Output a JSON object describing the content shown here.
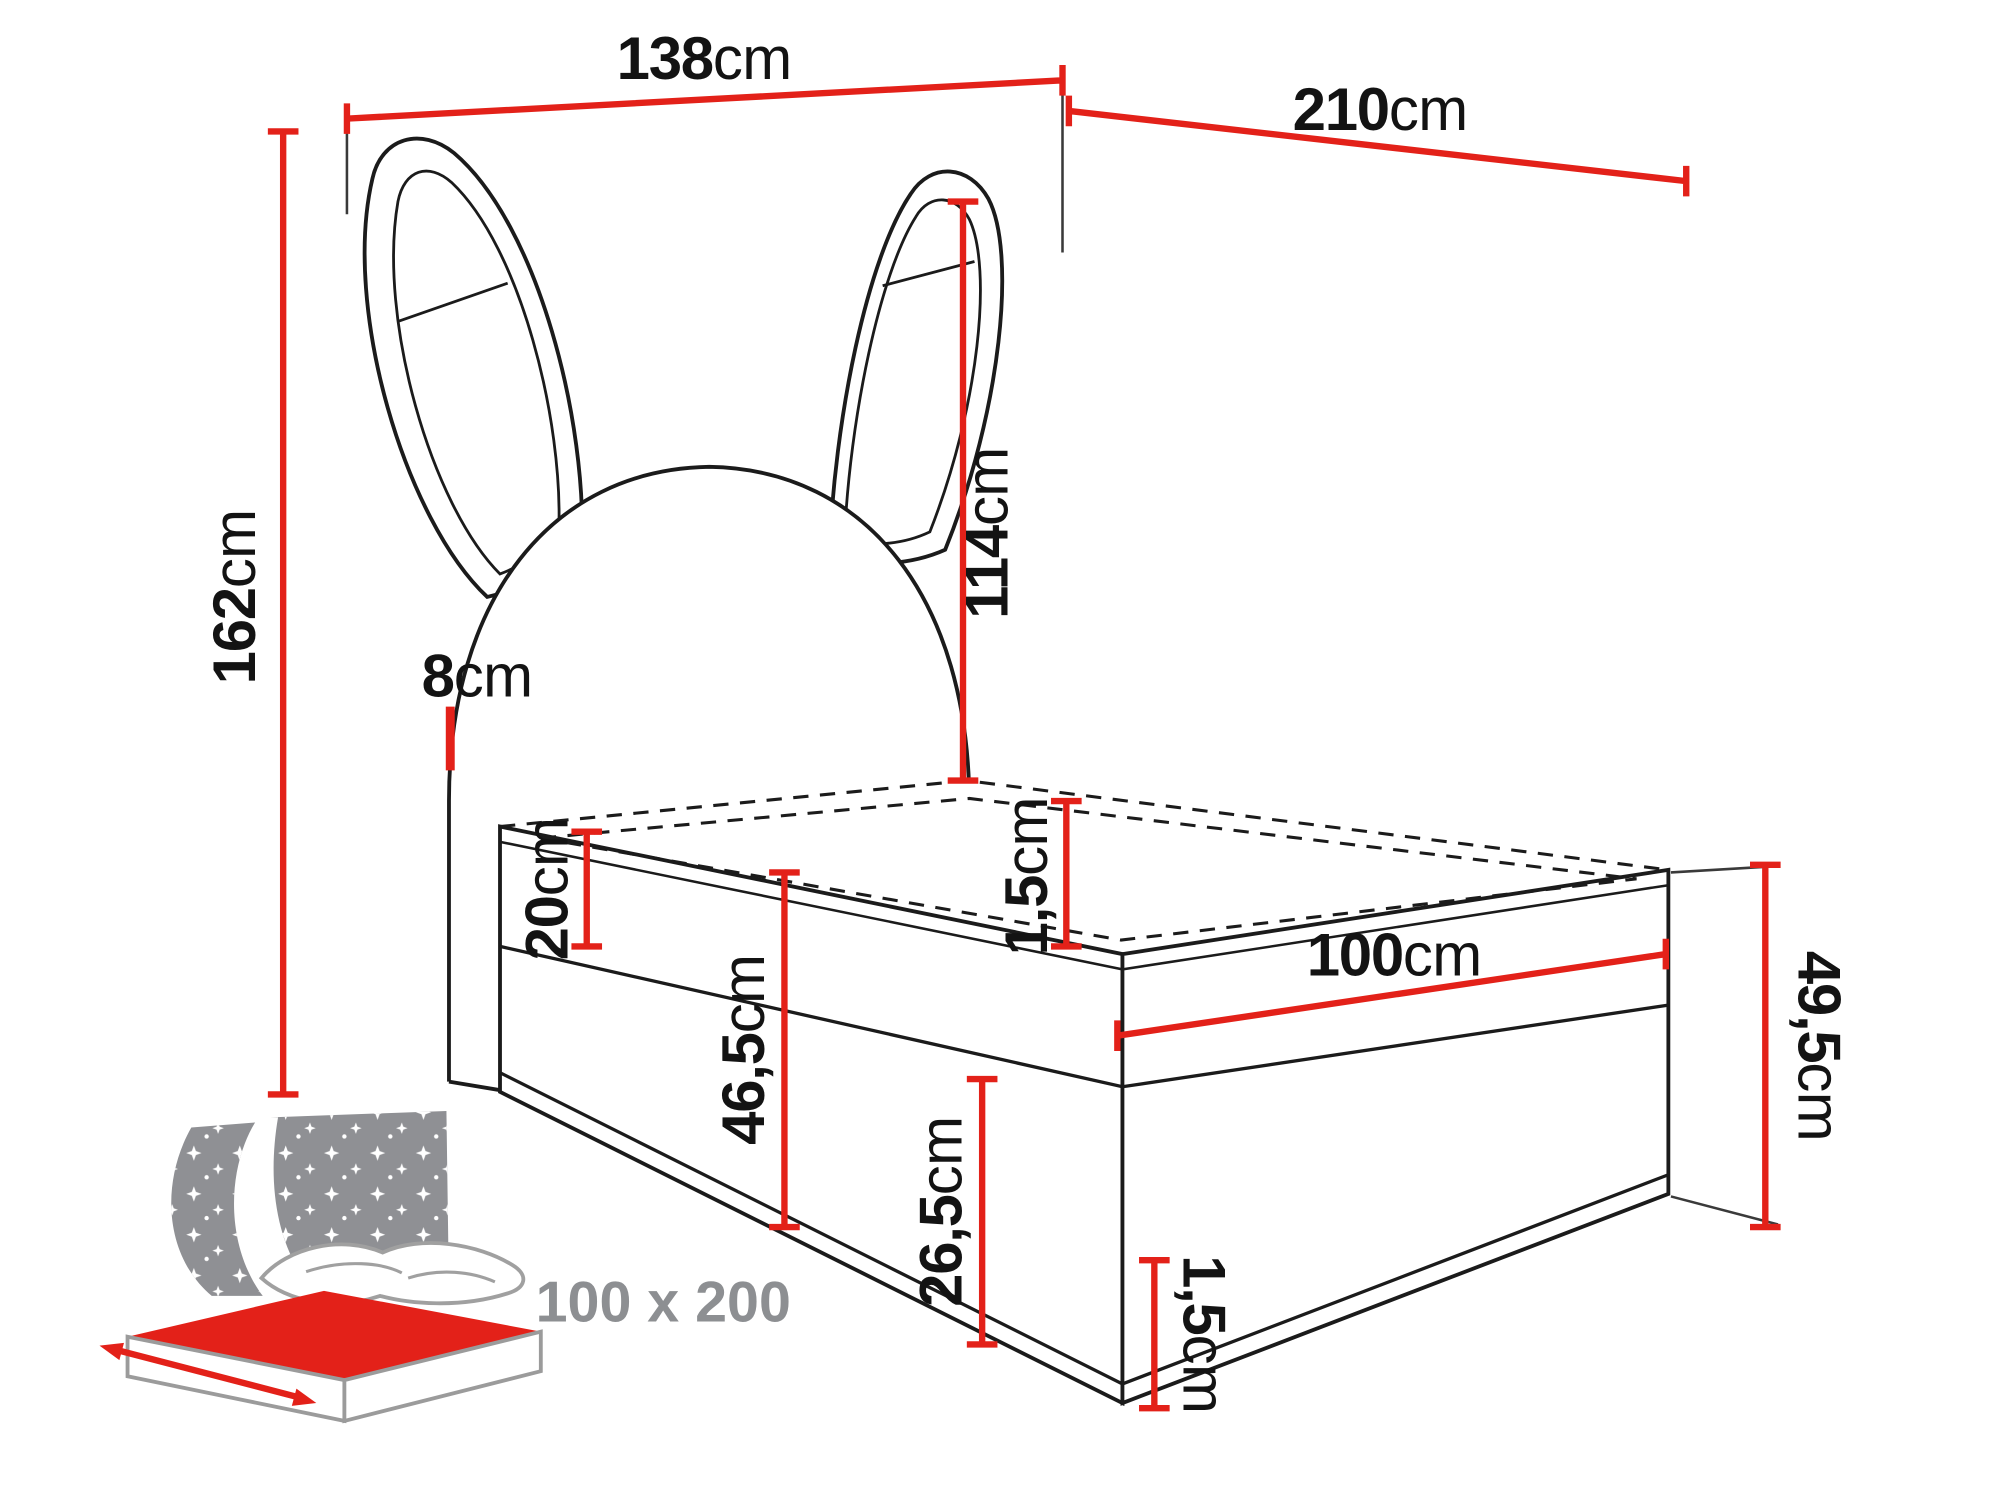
{
  "dims": {
    "headboard_width": {
      "value": "138",
      "unit": "cm"
    },
    "wall_depth": {
      "value": "210",
      "unit": "cm"
    },
    "total_height": {
      "value": "162",
      "unit": "cm"
    },
    "headboard_height": {
      "value": "114",
      "unit": "cm"
    },
    "headboard_thickness": {
      "value": "8",
      "unit": "cm"
    },
    "mattress_thickness": {
      "value": "20",
      "unit": "cm"
    },
    "top_edge": {
      "value": "1,5",
      "unit": "cm"
    },
    "bed_width": {
      "value": "100",
      "unit": "cm"
    },
    "side_height_front": {
      "value": "46,5",
      "unit": "cm"
    },
    "side_height_total": {
      "value": "49,5",
      "unit": "cm"
    },
    "base_height": {
      "value": "26,5",
      "unit": "cm"
    },
    "bottom_edge": {
      "value": "1,5",
      "unit": "cm"
    }
  },
  "thumbnail": {
    "size_label": "100 x 200"
  },
  "colors": {
    "dimension_red": "#e32119",
    "outline_black": "#1b1b1b",
    "leader_gray": "#3a3a3a",
    "thumbnail_gray": "#8f9094",
    "label_gray": "#8d8f92"
  }
}
